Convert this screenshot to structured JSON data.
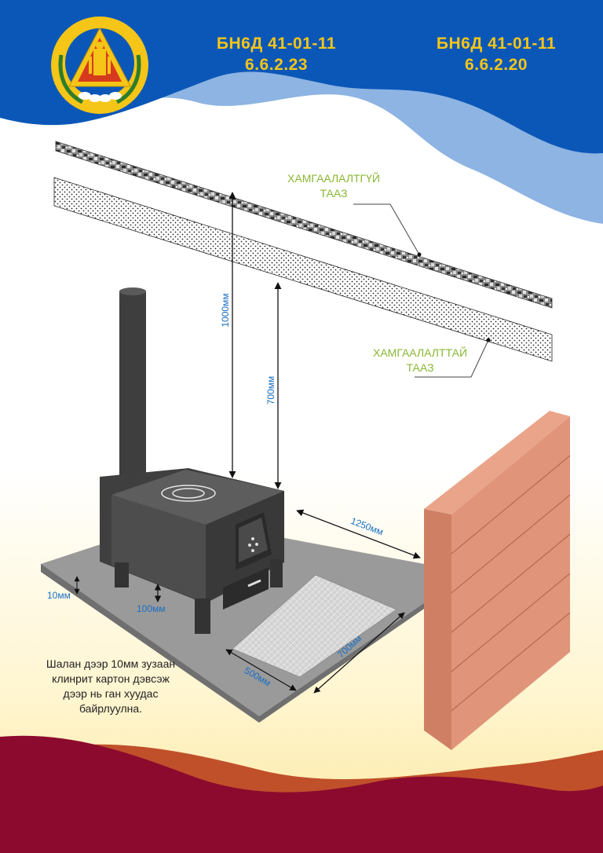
{
  "header": {
    "codes": [
      {
        "line1": "БН6Д 41-01-11",
        "line2": "6.6.2.23"
      },
      {
        "line1": "БН6Д 41-01-11",
        "line2": "6.6.2.20"
      }
    ]
  },
  "labels": {
    "unprotected_ceiling": [
      "ХАМГААЛАЛТГҮЙ",
      "ТААЗ"
    ],
    "protected_ceiling": [
      "ХАМГААЛАЛТТАЙ",
      "ТААЗ"
    ]
  },
  "dimensions": {
    "d1000": "1000мм",
    "d700v": "700мм",
    "d1250": "1250мм",
    "d10": "10мм",
    "d100": "100мм",
    "d500": "500мм",
    "d700mat": "700мм"
  },
  "note": [
    "Шалан дээр 10мм зузаан",
    "клинрит картон дэвсэж",
    "дээр нь ган хуудас",
    "байрлуулна."
  ],
  "colors": {
    "blue_dark": "#0b57b8",
    "blue_light": "#8db4e2",
    "gold": "#f5c518",
    "wall": "#e0957a",
    "stove": "#4a4a4a",
    "floor_sheet": "#9a9a9a",
    "maroon": "#8c0a2e",
    "orange": "#c0502a",
    "label_green": "#8ab733",
    "dimension_blue": "#1a6fc4"
  }
}
